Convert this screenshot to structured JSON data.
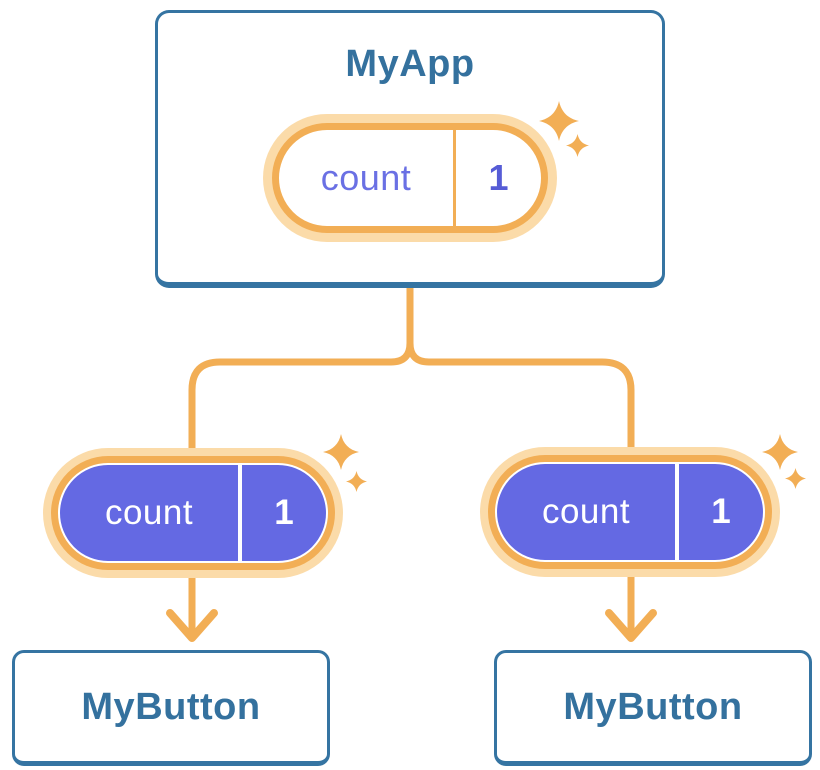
{
  "diagram": {
    "type": "component-state-tree",
    "root": {
      "title": "MyApp",
      "state_pill": {
        "label": "count",
        "value": "1"
      }
    },
    "children": [
      {
        "title": "MyButton",
        "state_pill": {
          "label": "count",
          "value": "1"
        }
      },
      {
        "title": "MyButton",
        "state_pill": {
          "label": "count",
          "value": "1"
        }
      }
    ],
    "colors": {
      "card_border_blue": "#3574A2",
      "title_text_blue": "#34719E",
      "connector_orange": "#F2AE55",
      "ring_pale_orange": "#FBDBA9",
      "state_purple_fill": "#6469E3",
      "state_label_purple": "#6A70E4",
      "state_value_purple": "#565CD6",
      "card_background": "#FFFFFF"
    }
  }
}
